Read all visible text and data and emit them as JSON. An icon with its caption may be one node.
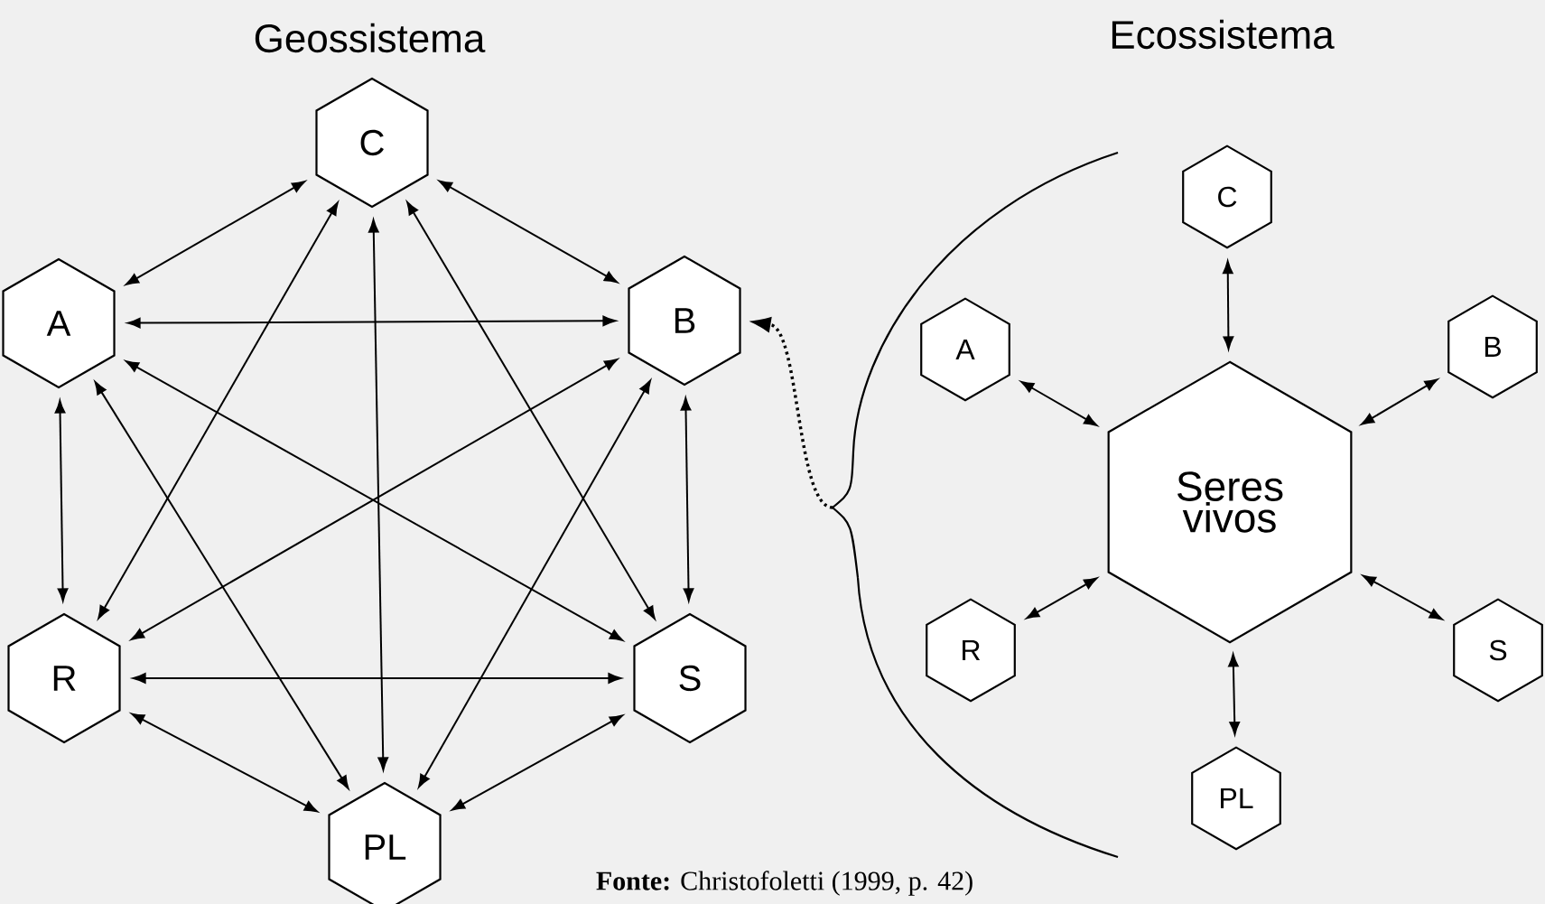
{
  "diagram": {
    "caption": "**Fonte:** Christofoletti (1999, p. 42)",
    "nodes": [
      {
        "text": [
          "C"
        ]
      },
      {
        "text": [
          "A"
        ]
      },
      {
        "text": [
          "B"
        ]
      },
      {
        "text": [
          "R"
        ]
      },
      {
        "text": [
          "S"
        ]
      },
      {
        "text": [
          "PL"
        ]
      },
      {
        "text": [
          "C"
        ]
      },
      {
        "text": [
          "A"
        ]
      },
      {
        "text": [
          "B"
        ]
      },
      {
        "text": [
          "Seres vivos"
        ]
      },
      {
        "text": [
          "R"
        ]
      },
      {
        "text": [
          "S"
        ]
      },
      {
        "text": [
          "PL"
        ]
      },
      {
        "text": [],
        "shape": "brace"
      }
    ],
    "edges": [
      {
        "from": 0,
        "to": 1,
        "arrow": "both"
      },
      {
        "from": 0,
        "to": 2,
        "arrow": "both"
      },
      {
        "from": 0,
        "to": 3,
        "arrow": "both"
      },
      {
        "from": 0,
        "to": 4,
        "arrow": "both"
      },
      {
        "from": 0,
        "to": 5,
        "arrow": "both"
      },
      {
        "from": 1,
        "to": 2,
        "arrow": "both"
      },
      {
        "from": 1,
        "to": 3,
        "arrow": "both"
      },
      {
        "from": 1,
        "to": 4,
        "arrow": "both"
      },
      {
        "from": 1,
        "to": 5,
        "arrow": "both"
      },
      {
        "from": 2,
        "to": 3,
        "arrow": "both"
      },
      {
        "from": 2,
        "to": 4,
        "arrow": "both"
      },
      {
        "from": 2,
        "to": 5,
        "arrow": "both"
      },
      {
        "from": 3,
        "to": 4,
        "arrow": "both"
      },
      {
        "from": 3,
        "to": 5,
        "arrow": "both"
      },
      {
        "from": 4,
        "to": 5,
        "arrow": "both"
      },
      {
        "from": 9,
        "to": 6,
        "arrow": "both"
      },
      {
        "from": 9,
        "to": 7,
        "arrow": "both"
      },
      {
        "from": 9,
        "to": 8,
        "arrow": "both"
      },
      {
        "from": 9,
        "to": 10,
        "arrow": "both"
      },
      {
        "from": 9,
        "to": 11,
        "arrow": "both"
      },
      {
        "from": 9,
        "to": 12,
        "arrow": "both"
      },
      {
        "from": 13,
        "to": 2,
        "arrow": "to",
        "style": "dashed"
      }
    ],
    "labels": [
      "Geossistema",
      "Ecossistema"
    ]
  }
}
